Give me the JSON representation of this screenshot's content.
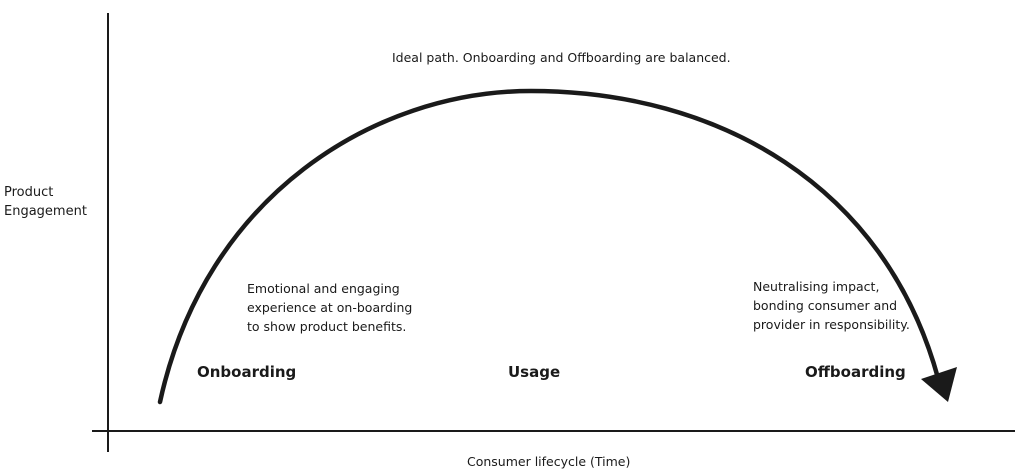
{
  "y_axis_label": [
    "Product",
    "Engagement"
  ],
  "x_axis_label": "Consumer lifecycle (Time)",
  "top_annotation": "Ideal path. Onboarding and Offboarding are balanced.",
  "phases": {
    "onboarding": "Onboarding",
    "usage": "Usage",
    "offboarding": "Offboarding"
  },
  "notes": {
    "onboarding": [
      "Emotional and engaging",
      "experience at on-boarding",
      "to show product benefits."
    ],
    "offboarding": [
      "Neutralising impact,",
      "bonding consumer and",
      "provider in responsibility."
    ]
  },
  "colors": {
    "ink": "#1a1a1a",
    "background": "#ffffff"
  }
}
